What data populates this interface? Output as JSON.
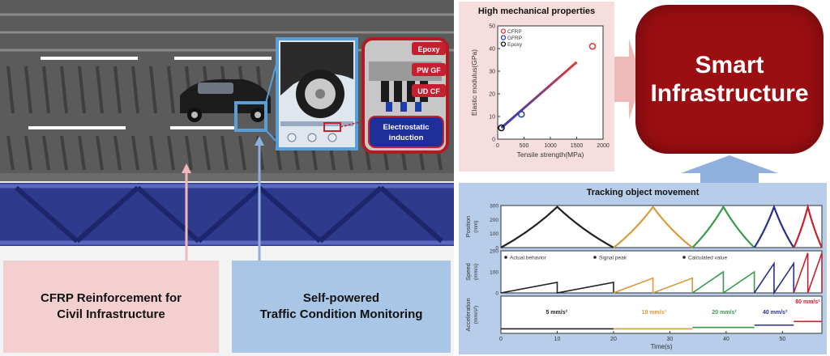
{
  "labels": {
    "cfrp_reinforcement": "CFRP Reinforcement for\nCivil Infrastructure",
    "self_powered": "Self-powered\nTraffic Condition Monitoring",
    "smart_infrastructure": "Smart\nInfrastructure",
    "high_mechanical": "High mechanical properties",
    "tracking": "Tracking object movement",
    "inset_layers": [
      "Epoxy",
      "PW GF",
      "UD CF"
    ],
    "electrostatic": "Electrostatic\ninduction"
  },
  "colors": {
    "pink_box": "#f4cfcf",
    "blue_box": "#a9c6e6",
    "smart_fill": "#9b0e12",
    "arrow_pink": "#f0b9b9",
    "arrow_blue": "#8fb0dc",
    "bridge_truss": "#2e3a8c",
    "cfrp_red": "#e03a3a",
    "gfrp_blue": "#2a3fb8",
    "epoxy_black": "#111111",
    "seg_black": "#222222",
    "seg_orange": "#d79a3c",
    "seg_green": "#3a9a4a",
    "seg_navy": "#28308a",
    "seg_red": "#c42030"
  },
  "chart_data": [
    {
      "type": "scatter",
      "title": "High mechanical properties",
      "xlabel": "Tensile strength(MPa)",
      "ylabel": "Elastic modulus(GPa)",
      "xlim": [
        0,
        2000
      ],
      "ylim": [
        0,
        50
      ],
      "xticks": [
        0,
        500,
        1000,
        1500,
        2000
      ],
      "yticks": [
        0,
        10,
        20,
        30,
        40,
        50
      ],
      "legend": [
        "CFRP",
        "GFRP",
        "Epoxy"
      ],
      "legend_position": "top-left",
      "series": [
        {
          "name": "CFRP",
          "points": [
            [
              1800,
              41
            ]
          ]
        },
        {
          "name": "GFRP",
          "points": [
            [
              450,
              11
            ]
          ]
        },
        {
          "name": "Epoxy",
          "points": [
            [
              70,
              5
            ]
          ]
        }
      ],
      "trend_line": [
        [
          70,
          5
        ],
        [
          1500,
          34
        ]
      ]
    },
    {
      "type": "line",
      "title": "Tracking object movement",
      "xlabel": "Time(s)",
      "xlim": [
        0,
        57
      ],
      "xticks": [
        0,
        10,
        20,
        30,
        40,
        50
      ],
      "panels": [
        {
          "ylabel": "Position\n(mm)",
          "yticks": [
            0,
            100,
            200,
            300
          ],
          "ylim": [
            0,
            300
          ]
        },
        {
          "ylabel": "Speed\n(mm/s)",
          "yticks": [
            0,
            100,
            200
          ],
          "ylim": [
            0,
            200
          ]
        },
        {
          "ylabel": "Acceleration\n(mm/s²)",
          "ylim": [
            0,
            100
          ]
        }
      ],
      "legend": [
        "Actual behavior",
        "Signal peak",
        "Calculated value"
      ],
      "segments": [
        {
          "accel": "5 mm/s²",
          "t": [
            0,
            20
          ]
        },
        {
          "accel": "10 mm/s²",
          "t": [
            20,
            34
          ]
        },
        {
          "accel": "20 mm/s²",
          "t": [
            34,
            45
          ]
        },
        {
          "accel": "40 mm/s²",
          "t": [
            45,
            52
          ]
        },
        {
          "accel": "80 mm/s²",
          "t": [
            52,
            57
          ]
        }
      ]
    }
  ]
}
